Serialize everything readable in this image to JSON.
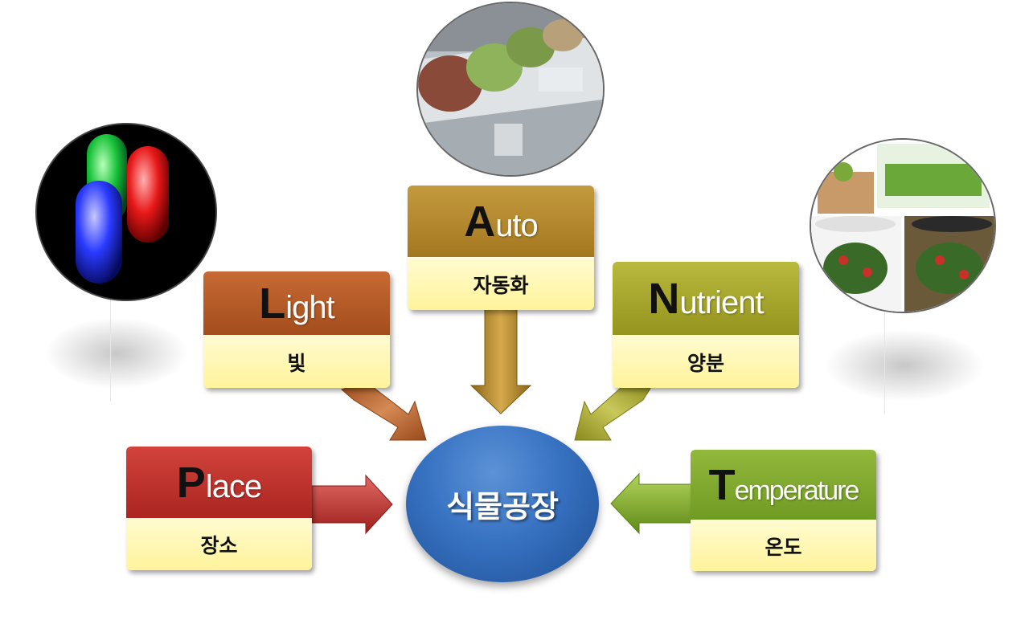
{
  "center": {
    "label": "식물공장"
  },
  "cards": {
    "place": {
      "initial": "P",
      "rest": "lace",
      "label": "장소",
      "color": "#c0302b"
    },
    "light": {
      "initial": "L",
      "rest": "ight",
      "label": "빛",
      "color": "#b25a26"
    },
    "auto": {
      "initial": "A",
      "rest": "uto",
      "label": "자동화",
      "color": "#b5892c"
    },
    "nutrient": {
      "initial": "N",
      "rest": "utrient",
      "label": "양분",
      "color": "#a4a42c"
    },
    "temperature": {
      "initial": "T",
      "rest": "emperature",
      "label": "온도",
      "color": "#7ea32c"
    }
  },
  "images": {
    "led": "led-lights-photo",
    "factory": "plant-factory-photo",
    "hydroponic": "hydroponic-kits-photo"
  }
}
